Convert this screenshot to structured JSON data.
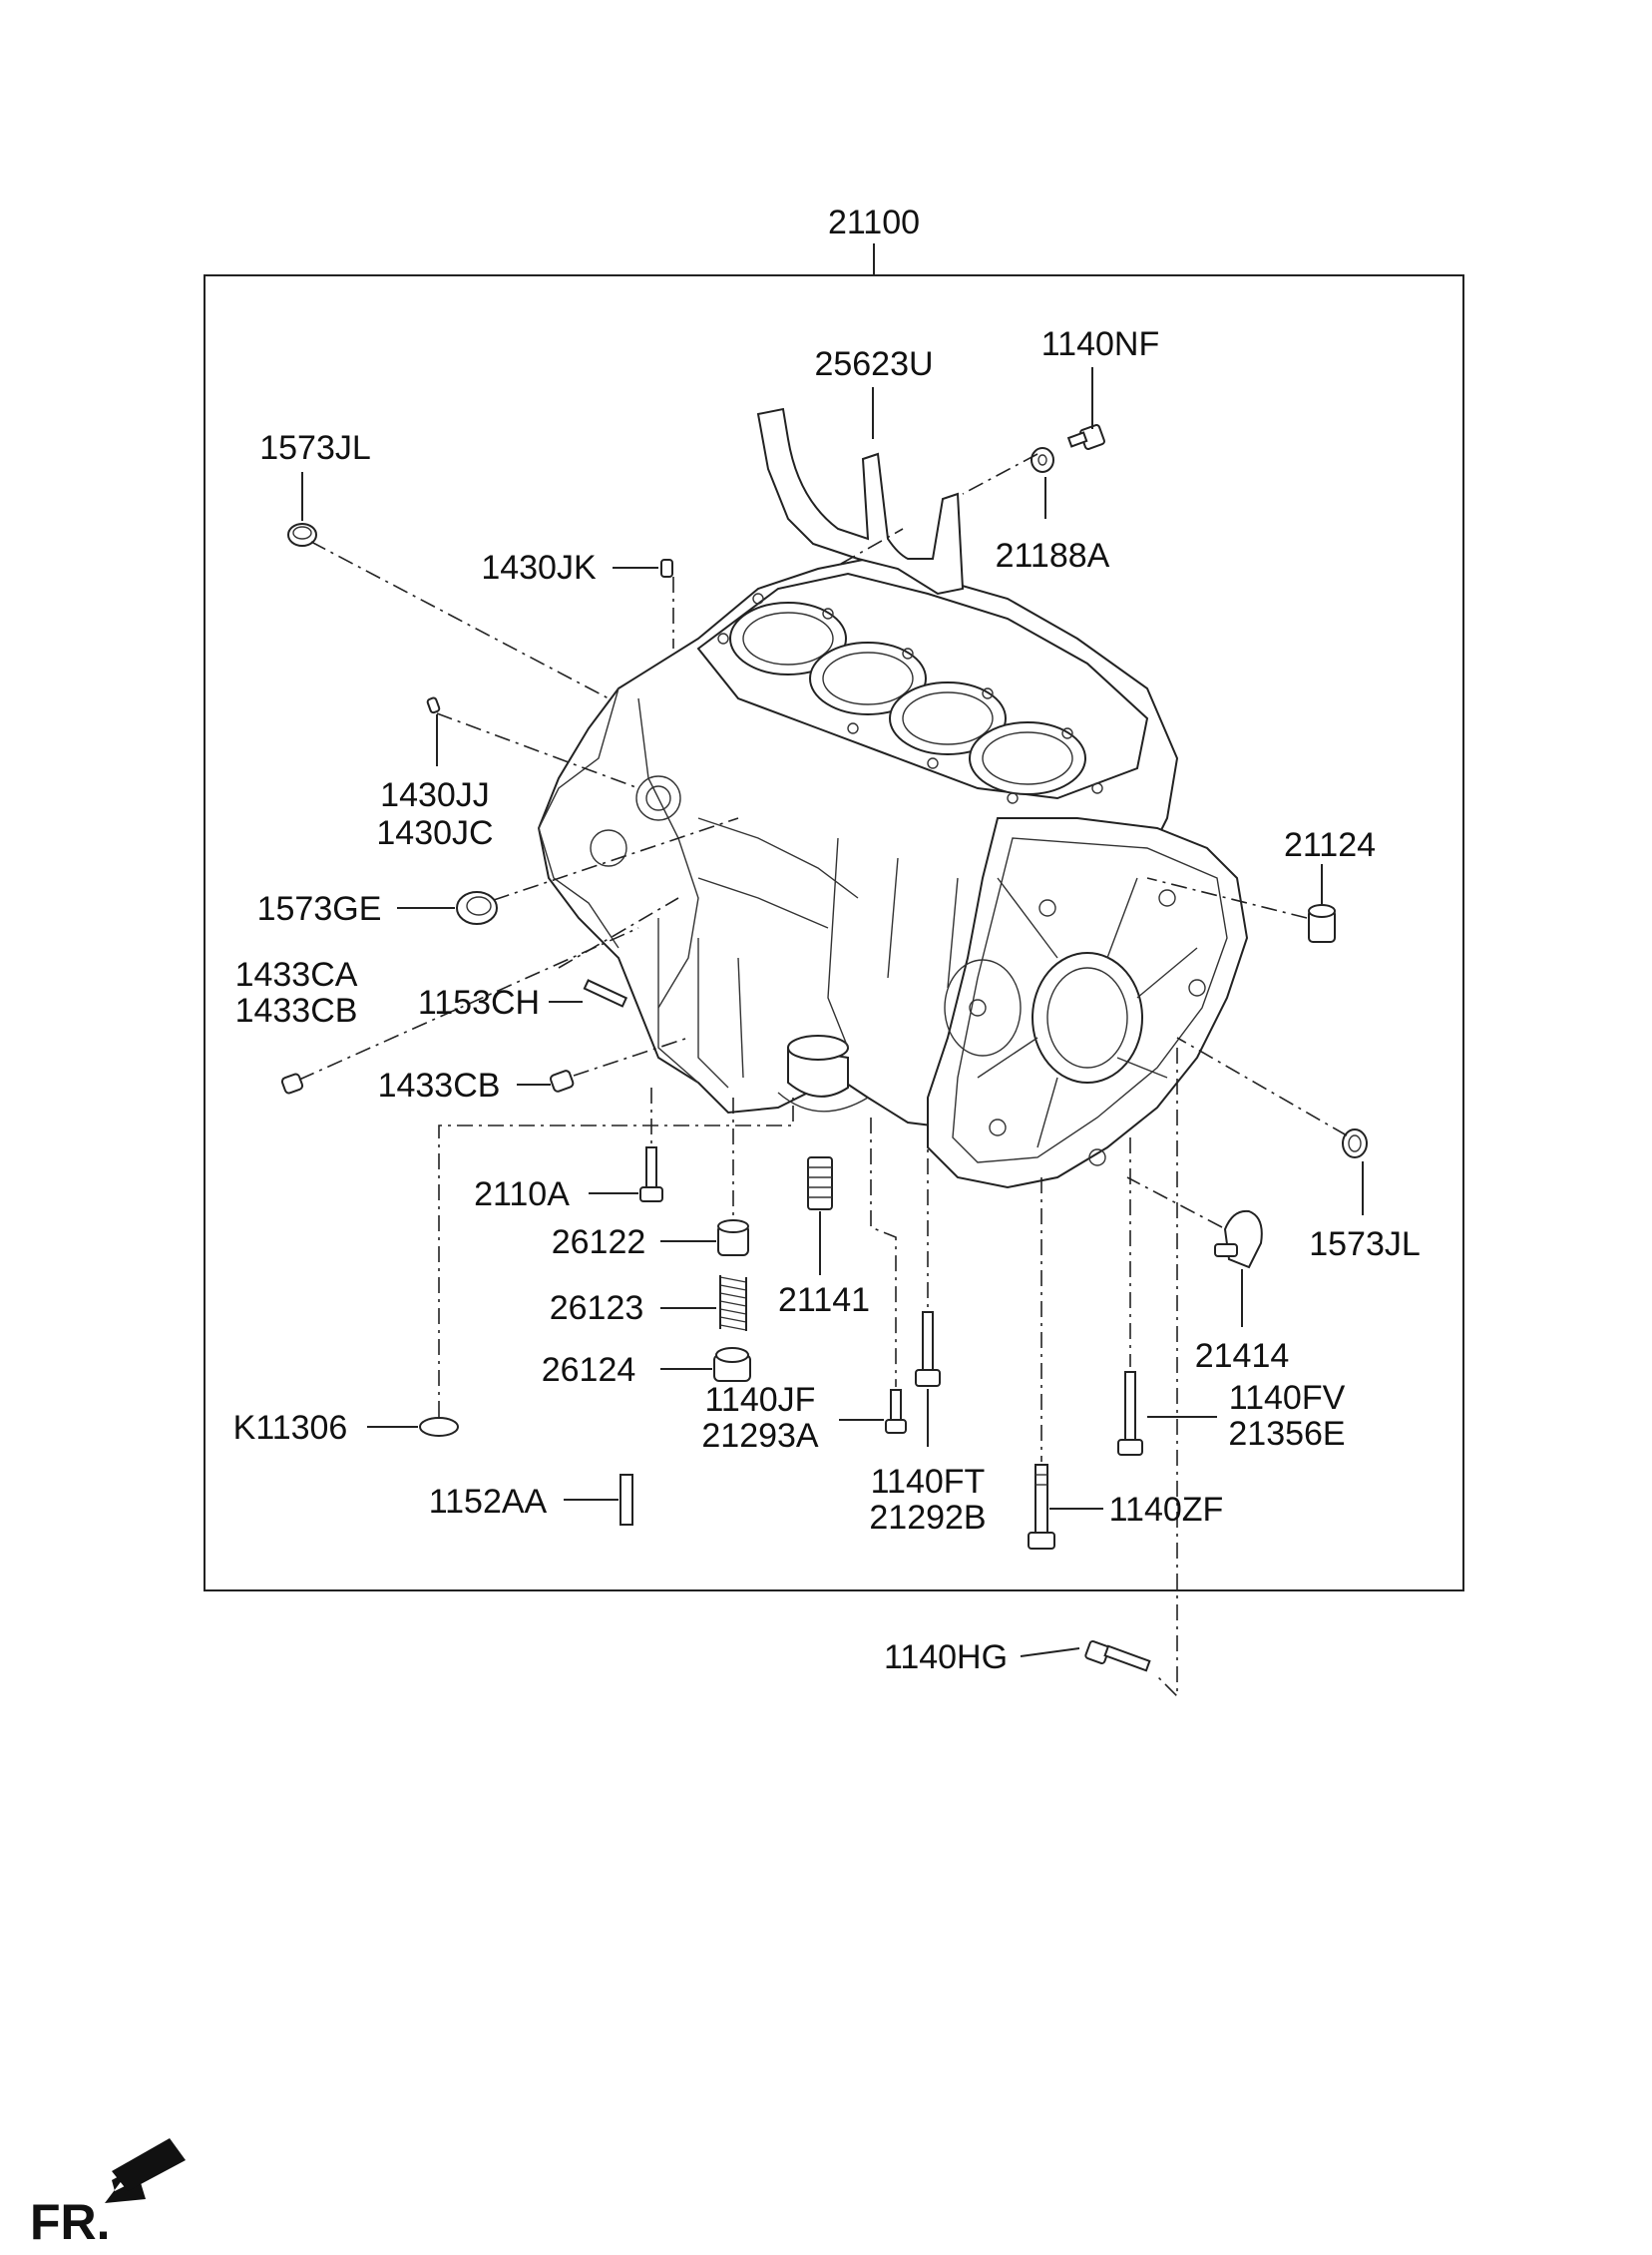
{
  "diagram": {
    "assembly_label": "21100",
    "direction_label": "FR.",
    "parts": {
      "p1573JL_top": "1573JL",
      "p25623U": "25623U",
      "p1140NF": "1140NF",
      "p21188A": "21188A",
      "p1430JK": "1430JK",
      "p1430JJ": "1430JJ",
      "p1430JC": "1430JC",
      "p1573GE": "1573GE",
      "p21124": "21124",
      "p1433CA": "1433CA",
      "p1433CB_a": "1433CB",
      "p1153CH": "1153CH",
      "p1433CB_b": "1433CB",
      "p2110A": "2110A",
      "p26122": "26122",
      "p26123": "26123",
      "p26124": "26124",
      "p21141": "21141",
      "p1573JL_right": "1573JL",
      "p21414": "21414",
      "p1140JF": "1140JF",
      "p21293A": "21293A",
      "pK11306": "K11306",
      "p1140FV": "1140FV",
      "p21356E": "21356E",
      "p1152AA": "1152AA",
      "p1140FT": "1140FT",
      "p21292B": "21292B",
      "p1140ZF": "1140ZF",
      "p1140HG": "1140HG"
    }
  }
}
